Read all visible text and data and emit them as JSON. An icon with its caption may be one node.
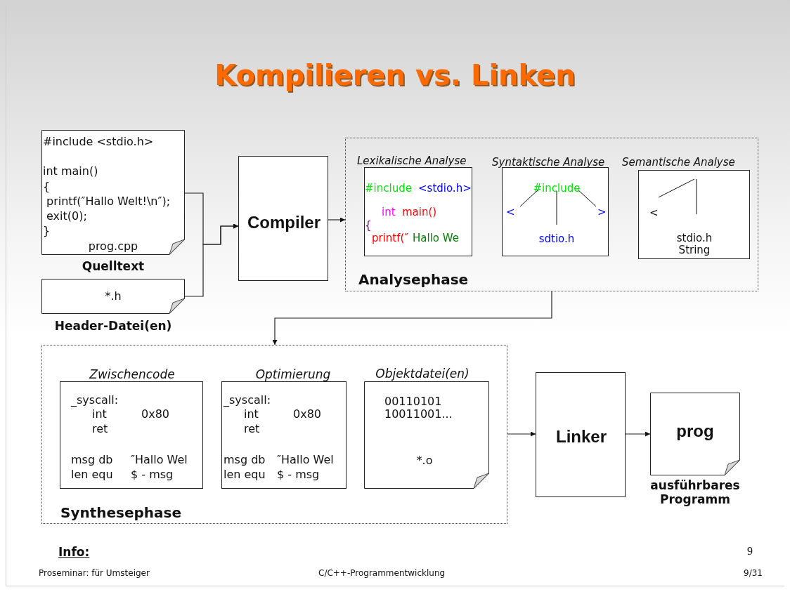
{
  "diagram": {
    "title": "Kompilieren vs. Linken",
    "nodes": [
      {
        "text": [
          "#include <stdio.h>",
          "int main()",
          "{",
          "printf(″Hallo Welt!\\n″);",
          "exit(0);",
          "}",
          "prog.cpp"
        ],
        "beside": [
          "Quelltext"
        ]
      },
      {
        "text": [
          "*.h"
        ],
        "beside": [
          "Header-Datei(en)"
        ]
      },
      {
        "text": [
          "Compiler"
        ]
      },
      {
        "text": [
          "Analysephase"
        ]
      },
      {
        "text": [
          "Lexikalische Analyse",
          "#include",
          "<stdio.h>",
          "int",
          "main()",
          "{",
          "printf(″",
          "Hallo We"
        ],
        "in": 3
      },
      {
        "text": [
          "Syntaktische Analyse",
          "#include",
          "<",
          ">",
          "sdtio.h"
        ],
        "in": 3
      },
      {
        "text": [
          "Semantische Analyse",
          "<",
          "stdio.h String"
        ],
        "in": 3
      },
      {
        "text": [
          "Synthesephase"
        ]
      },
      {
        "text": [
          "Zwischencode",
          "_syscall:",
          "int",
          "0x80",
          "ret",
          "msg db",
          "″Hallo Wel",
          "len equ",
          "$ - msg"
        ],
        "in": 7
      },
      {
        "text": [
          "Optimierung",
          "_syscall:",
          "int",
          "0x80",
          "ret",
          "msg db",
          "″Hallo Wel",
          "len equ",
          "$ - msg"
        ],
        "in": 7
      },
      {
        "text": [
          "Objektdatei(en)",
          "00110101 10011001...",
          "*.o"
        ],
        "in": 7
      },
      {
        "text": [
          "Linker"
        ]
      },
      {
        "text": [
          "prog"
        ],
        "beside": [
          "ausführbares Programm"
        ]
      }
    ],
    "edges": [
      {
        "from": 0,
        "to": 2,
        "arrow": "to"
      },
      {
        "from": 1,
        "to": 2,
        "arrow": "to"
      },
      {
        "from": 2,
        "to": 3,
        "arrow": "to"
      },
      {
        "from": 3,
        "to": 7,
        "arrow": "to"
      },
      {
        "from": 7,
        "to": 11,
        "arrow": "to"
      },
      {
        "from": 11,
        "to": 12,
        "arrow": "to"
      }
    ],
    "labels": [
      "Info:",
      "9",
      "Proseminar: für Umsteiger",
      "C/C++-Programmentwicklung",
      "9/31"
    ]
  }
}
